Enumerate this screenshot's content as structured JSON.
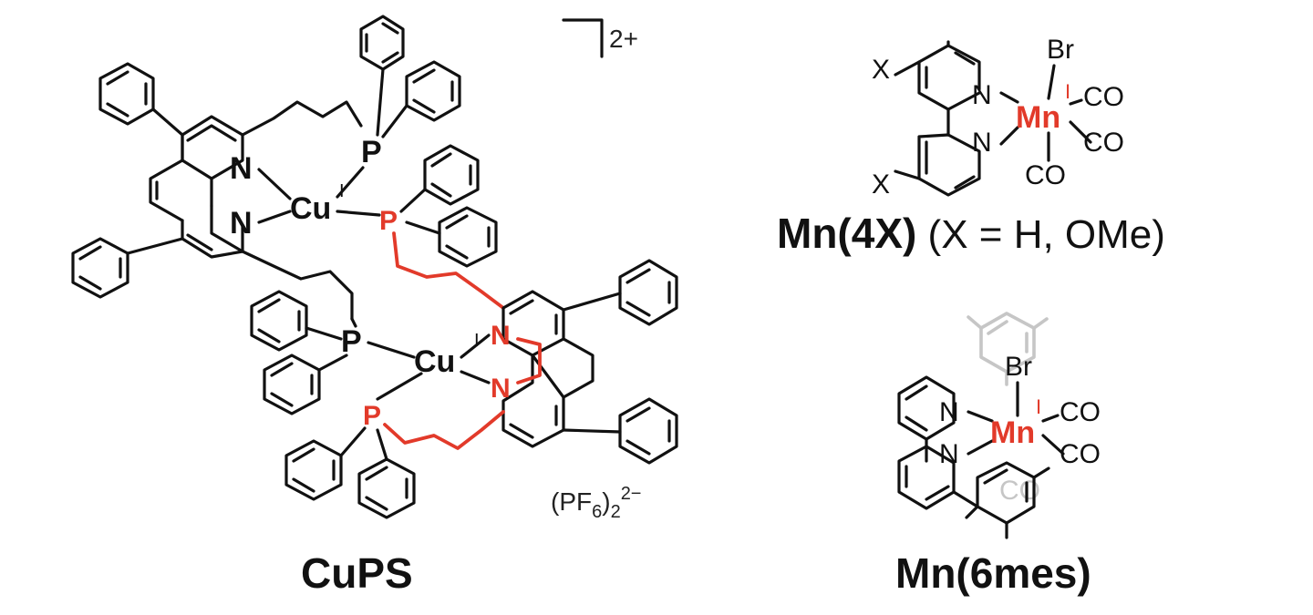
{
  "cups": {
    "name": "CuPS",
    "charge": "2+",
    "metal_symbol": "Cu",
    "metal_oxidation": "I",
    "nitrogen": "N",
    "phosphorus": "P",
    "counterion_main": "(PF",
    "counterion_sub": "6",
    "counterion_close": ")",
    "counterion_sub2": "2",
    "counterion_charge": "2−"
  },
  "mn4x": {
    "name_bold": "Mn(4X)",
    "name_rest": " (X = H, OMe)",
    "metal_symbol": "Mn",
    "metal_oxidation": "I",
    "bromide": "Br",
    "carbonyl": "CO",
    "substituent": "X",
    "nitrogen": "N"
  },
  "mn6mes": {
    "name": "Mn(6mes)",
    "metal_symbol": "Mn",
    "metal_oxidation": "I",
    "bromide": "Br",
    "carbonyl": "CO",
    "nitrogen": "N"
  },
  "colors": {
    "bond": "#111111",
    "highlight": "#e23a2a",
    "faded": "#c6c6c6"
  }
}
